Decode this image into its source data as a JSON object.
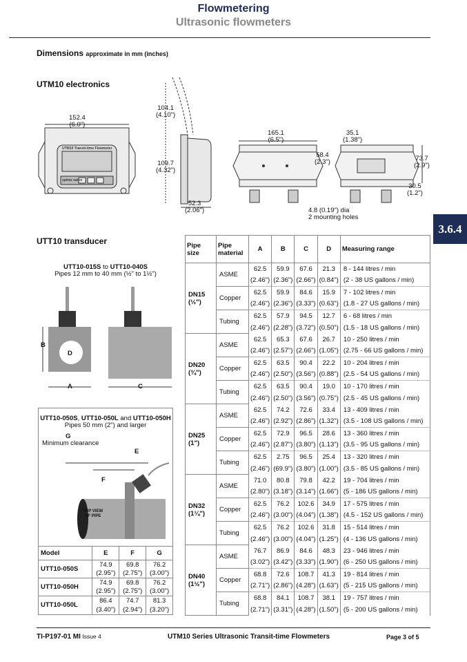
{
  "header": {
    "title": "Flowmetering",
    "subtitle": "Ultrasonic flowmeters"
  },
  "dimensions": {
    "title": "Dimensions",
    "note": "approximate in mm (inches)"
  },
  "electronics": {
    "title": "UTM10 electronics",
    "display_title": "UTM10 Transit-time Flowmeter",
    "brand": "spirax sarco",
    "dims": {
      "width": "152.4",
      "width_in": "(6.0\")",
      "lid": "104.1",
      "lid_in": "(4.10\")",
      "height": "109.7",
      "height_in": "(4.32\")",
      "depth": "52.3",
      "depth_in": "(2.06\")",
      "back_width": "165.1",
      "back_width_in": "(6.5\")",
      "hole_c": "58.4",
      "hole_c_in": "(2.3\")",
      "bracket": "35.1",
      "bracket_in": "(1.38\")",
      "b_h": "73.7",
      "b_h_in": "(2.9\")",
      "b_off": "30.5",
      "b_off_in": "(1.2\")",
      "holes": "4.8 (0.19\") dia",
      "holes2": "2 mounting holes"
    }
  },
  "side_tab": "3.6.4",
  "transducer": {
    "title": "UTT10 transducer",
    "small": {
      "m1": "UTT10-015S",
      "to": " to ",
      "m2": "UTT10-040S",
      "range": "Pipes 12 mm to 40 mm (½\" to 1½\")",
      "A": "A",
      "B": "B",
      "C": "C",
      "D": "D"
    },
    "large": {
      "m1": "UTT10-050S",
      "s1": ", ",
      "m2": "UTT10-050L",
      "and": " and ",
      "m3": "UTT10-050H",
      "range": "Pipes 50 mm (2\") and larger",
      "G": "G",
      "min": "Minimum clearance",
      "E": "E",
      "F": "F",
      "pipe": "TOP VIEW",
      "pipe2": "OF PIPE"
    },
    "table": {
      "headers": [
        "Model",
        "E",
        "F",
        "G"
      ],
      "rows": [
        [
          "UTT10-050S",
          "74.9",
          "(2.95\")",
          "69.8",
          "(2.75\")",
          "76.2",
          "(3.00\")"
        ],
        [
          "UTT10-050H",
          "74.9",
          "(2.95\")",
          "69.8",
          "(2.75\")",
          "76.2",
          "(3.00\")"
        ],
        [
          "UTT10-050L",
          "86.4",
          "(3.40\")",
          "74.7",
          "(2.94\")",
          "81.3",
          "(3.20\")"
        ]
      ]
    }
  },
  "main_table": {
    "headers": [
      "Pipe size",
      "Pipe material",
      "A",
      "B",
      "C",
      "D",
      "Measuring range"
    ],
    "groups": [
      {
        "size": "DN15 (½\")",
        "rows": [
          {
            "mat": "ASME",
            "mm": [
              "62.5",
              "59.9",
              "67.6",
              "21.3"
            ],
            "in": [
              "(2.46\")",
              "(2.36\")",
              "(2.66\")",
              "(0.84\")"
            ],
            "r1": "8 - 144 litres / min",
            "r2": "(2 - 38 US gallons / min)"
          },
          {
            "mat": "Copper",
            "mm": [
              "62.5",
              "59.9",
              "84.6",
              "15.9"
            ],
            "in": [
              "(2.46\")",
              "(2.36\")",
              "(3.33\")",
              "(0.63\")"
            ],
            "r1": "7 - 102 litres / min",
            "r2": "(1.8 - 27 US gallons / min)"
          },
          {
            "mat": "Tubing",
            "mm": [
              "62.5",
              "57.9",
              "94.5",
              "12.7"
            ],
            "in": [
              "(2.46\")",
              "(2.28\")",
              "(3.72\")",
              "(0.50\")"
            ],
            "r1": "6 - 68 litres / min",
            "r2": "(1.5 - 18 US gallons / min)"
          }
        ]
      },
      {
        "size": "DN20 (¾\")",
        "rows": [
          {
            "mat": "ASME",
            "mm": [
              "62.5",
              "65.3",
              "67.6",
              "26.7"
            ],
            "in": [
              "(2.46\")",
              "(2.57\")",
              "(2.66\")",
              "(1.05\")"
            ],
            "r1": "10 - 250 litres / min",
            "r2": "(2.75 - 66 US gallons / min)"
          },
          {
            "mat": "Copper",
            "mm": [
              "62.5",
              "63.5",
              "90.4",
              "22.2"
            ],
            "in": [
              "(2.46\")",
              "(2.50\")",
              "(3.56\")",
              "(0.88\")"
            ],
            "r1": "10 - 204 litres / min",
            "r2": "(2.5 - 54 US gallons / min)"
          },
          {
            "mat": "Tubing",
            "mm": [
              "62.5",
              "63.5",
              "90.4",
              "19.0"
            ],
            "in": [
              "(2.46\")",
              "(2.50\")",
              "(3.56\")",
              "(0.75\")"
            ],
            "r1": "10 - 170 litres / min",
            "r2": "(2.5 - 45 US gallons / min)"
          }
        ]
      },
      {
        "size": "DN25 (1\")",
        "rows": [
          {
            "mat": "ASME",
            "mm": [
              "62.5",
              "74.2",
              "72.6",
              "33.4"
            ],
            "in": [
              "(2.46\")",
              "(2.92\")",
              "(2.86\")",
              "(1.32\")"
            ],
            "r1": "13 - 409 litres / min",
            "r2": "(3.5 - 108 US gallons / min)"
          },
          {
            "mat": "Copper",
            "mm": [
              "62.5",
              "72.9",
              "96.5",
              "28.6"
            ],
            "in": [
              "(2.46\")",
              "(2.87\")",
              "(3.80\")",
              "(1.13\")"
            ],
            "r1": "13 - 360 litres / min",
            "r2": "(3.5 - 95 US gallons / min)"
          },
          {
            "mat": "Tubing",
            "mm": [
              "62.5",
              "2.75",
              "96.5",
              "25.4"
            ],
            "in": [
              "(2.46\")",
              "(69.9\")",
              "(3.80\")",
              "(1.00\")"
            ],
            "r1": "13 - 320 litres / min",
            "r2": "(3.5 - 85 US gallons / min)"
          }
        ]
      },
      {
        "size": "DN32 (1¼\")",
        "rows": [
          {
            "mat": "ASME",
            "mm": [
              "71.0",
              "80.8",
              "79.8",
              "42.2"
            ],
            "in": [
              "(2.80\")",
              "(3.18\")",
              "(3.14\")",
              "(1.66\")"
            ],
            "r1": "19 - 704 litres / min",
            "r2": "(5 - 186 US gallons / min)"
          },
          {
            "mat": "Copper",
            "mm": [
              "62.5",
              "76.2",
              "102.6",
              "34.9"
            ],
            "in": [
              "(2.46\")",
              "(3.00\")",
              "(4.04\")",
              "(1.38\")"
            ],
            "r1": "17 - 575 litres / min",
            "r2": "(4.5 - 152 US gallons / min)"
          },
          {
            "mat": "Tubing",
            "mm": [
              "62.5",
              "76.2",
              "102.6",
              "31.8"
            ],
            "in": [
              "(2.46\")",
              "(3.00\")",
              "(4.04\")",
              "(1.25\")"
            ],
            "r1": "15 - 514 litres / min",
            "r2": "(4 - 136 US gallons / min)"
          }
        ]
      },
      {
        "size": "DN40 (1½\")",
        "rows": [
          {
            "mat": "ASME",
            "mm": [
              "76.7",
              "86.9",
              "84.6",
              "48.3"
            ],
            "in": [
              "(3.02\")",
              "(3.42\")",
              "(3.33\")",
              "(1.90\")"
            ],
            "r1": "23 - 946 litres / min",
            "r2": "(6 - 250 US gallons / min)"
          },
          {
            "mat": "Copper",
            "mm": [
              "68.8",
              "72.6",
              "108.7",
              "41.3"
            ],
            "in": [
              "(2.71\")",
              "(2.86\")",
              "(4.28\")",
              "(1.63\")"
            ],
            "r1": "19 - 814 litres / min",
            "r2": "(5 - 215 US gallons / min)"
          },
          {
            "mat": "Tubing",
            "mm": [
              "68.8",
              "84.1",
              "108.7",
              "38.1"
            ],
            "in": [
              "(2.71\")",
              "(3.31\")",
              "(4.28\")",
              "(1.50\")"
            ],
            "r1": "19 - 757 litres / min",
            "r2": "(5 - 200 US gallons / min)"
          }
        ]
      }
    ]
  },
  "footer": {
    "doc": "TI-P197-01 MI",
    "issue": " Issue 4",
    "center": "UTM10 Series Ultrasonic Transit-time Flowmeters",
    "page": "Page 3 of 5"
  }
}
